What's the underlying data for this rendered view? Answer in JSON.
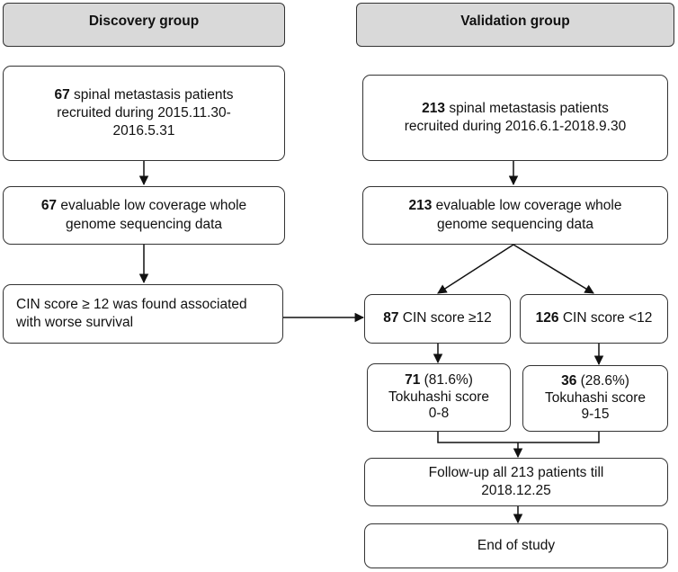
{
  "headers": {
    "discovery": "Discovery group",
    "validation": "Validation group"
  },
  "discovery": {
    "recruit": {
      "count": "67",
      "line1": " spinal metastasis patients",
      "line2": "recruited during 2015.11.30-",
      "line3": "2016.5.31"
    },
    "evaluable": {
      "count": "67",
      "line1": " evaluable low coverage whole",
      "line2": "genome sequencing data"
    },
    "cin_finding": {
      "line1": "CIN score ≥ 12 was found associated",
      "line2": "with worse survival"
    }
  },
  "validation": {
    "recruit": {
      "count": "213",
      "line1": " spinal metastasis patients",
      "line2": "recruited during 2016.6.1-2018.9.30"
    },
    "evaluable": {
      "count": "213",
      "line1": " evaluable low coverage whole",
      "line2": "genome sequencing data"
    },
    "cin_high": {
      "count": "87",
      "text": " CIN score ≥12"
    },
    "cin_low": {
      "count": "126",
      "text": " CIN score <12"
    },
    "tok_high": {
      "count": "71",
      "pct": " (81.6%)",
      "line2": "Tokuhashi score",
      "line3": "0-8"
    },
    "tok_low": {
      "count": "36",
      "pct": " (28.6%)",
      "line2": "Tokuhashi score",
      "line3": "9-15"
    },
    "followup": {
      "line1": "Follow-up all 213 patients till",
      "line2": "2018.12.25"
    },
    "end": {
      "text": "End of study"
    }
  }
}
